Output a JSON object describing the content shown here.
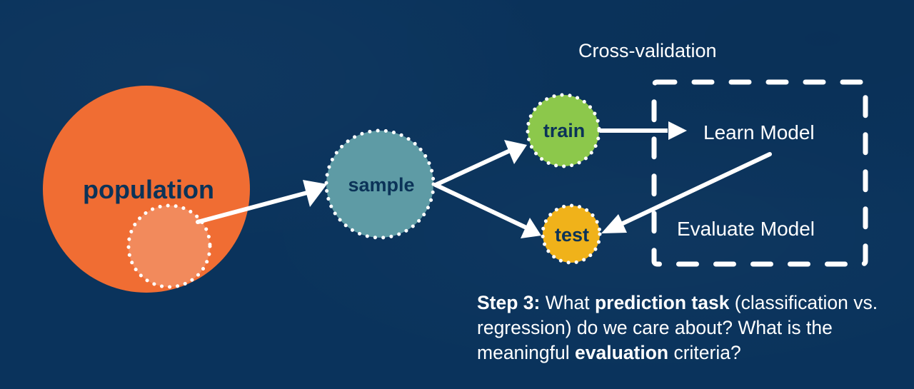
{
  "diagram": {
    "title": "Cross-validation",
    "nodes": {
      "population": {
        "label": "population",
        "color": "#F06D33"
      },
      "population_subset": {
        "color": "#F28A5C"
      },
      "sample": {
        "label": "sample",
        "color": "#5E9BA5"
      },
      "train": {
        "label": "train",
        "color": "#8CC84B"
      },
      "test": {
        "label": "test",
        "color": "#F0B21A"
      }
    },
    "box": {
      "learn": "Learn Model",
      "evaluate": "Evaluate Model"
    },
    "edges": [
      {
        "from": "population",
        "to": "sample"
      },
      {
        "from": "sample",
        "to": "train"
      },
      {
        "from": "sample",
        "to": "test"
      },
      {
        "from": "train",
        "to": "Learn Model"
      },
      {
        "from": "Learn Model",
        "to": "test"
      }
    ]
  },
  "caption": {
    "step": "Step 3:",
    "t1": " What ",
    "b1": "prediction task",
    "t2": " (classification vs. regression) do we care about? What is the meaningful ",
    "b2": "evaluation",
    "t3": " criteria?"
  },
  "colors": {
    "background": "#0a335c",
    "text_dark": "#0b3358",
    "line": "#ffffff"
  }
}
